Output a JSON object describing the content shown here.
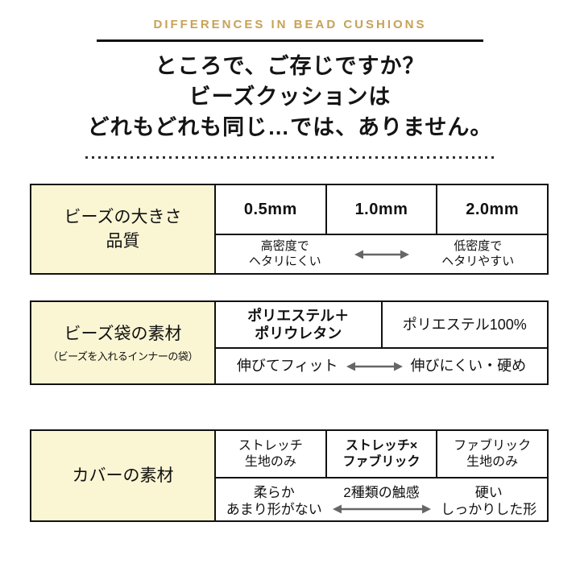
{
  "page": {
    "eyebrow": "DIFFERENCES IN BEAD CUSHIONS",
    "title": "ところで、ご存じですか？\nビーズクッションは\nどれもどれも同じ…では、ありません。"
  },
  "colors": {
    "accent_gold": "#C6A257",
    "cell_yellow": "#FAF6D4",
    "arrow_gray": "#666666",
    "line_black": "#111111"
  },
  "tables": {
    "bead_size": {
      "label": "ビーズの大きさ\n品質",
      "columns": [
        "0.5mm",
        "1.0mm",
        "2.0mm"
      ],
      "scale_left": "高密度で\nヘタリにくい",
      "scale_right": "低密度で\nヘタリやすい"
    },
    "inner_bag": {
      "label": "ビーズ袋の素材",
      "label_sub": "（ビーズを入れるインナーの袋）",
      "columns": [
        "ポリエステル＋\nポリウレタン",
        "ポリエステル100%"
      ],
      "scale_left": "伸びてフィット",
      "scale_right": "伸びにくい・硬め"
    },
    "cover": {
      "label": "カバーの素材",
      "columns": [
        "ストレッチ\n生地のみ",
        "ストレッチ×\nファブリック",
        "ファブリック\n生地のみ"
      ],
      "scale_left": "柔らか\nあまり形がない",
      "scale_center": "2種類の触感",
      "scale_right": "硬い\nしっかりした形"
    }
  }
}
